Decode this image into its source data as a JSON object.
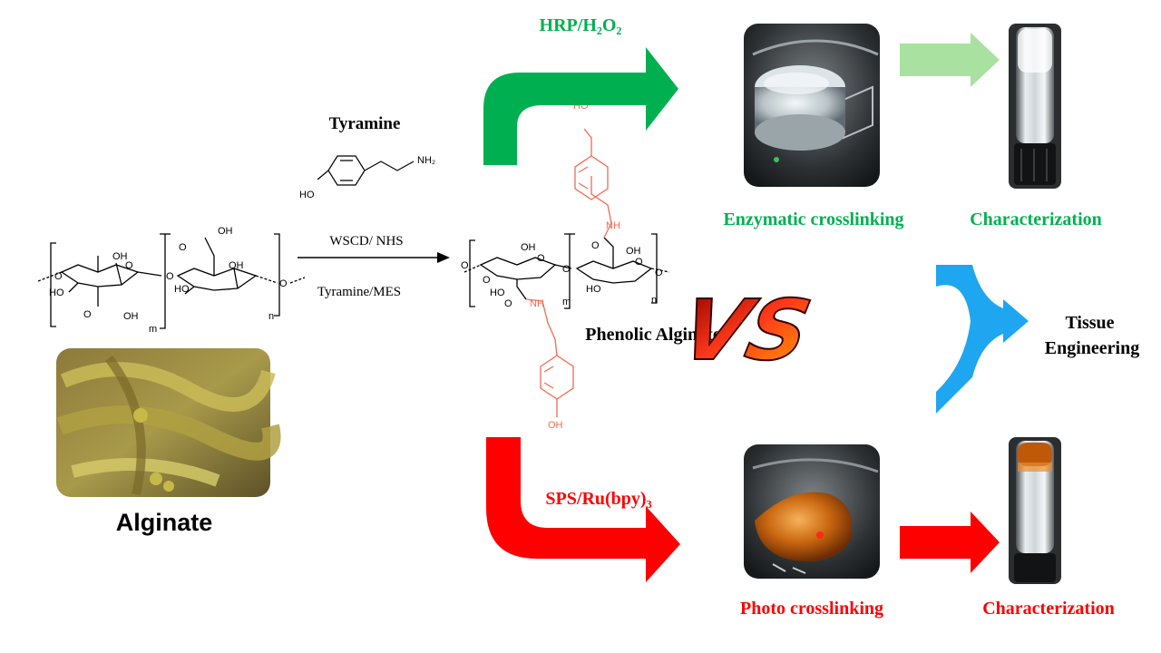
{
  "reagents": {
    "tyramine_title": "Tyramine",
    "conditions_top": "WSCD/ NHS",
    "conditions_bottom": "Tyramine/MES",
    "enzymatic_system": "HRP/H₂O₂",
    "photo_system": "SPS/Ru(bpy)₃"
  },
  "molecules": {
    "alginate_name": "Alginate",
    "phenolic_alginate_name": "Phenolic Alginate",
    "atoms": {
      "oh": "OH",
      "ho": "HO",
      "o": "O",
      "nh": "NH",
      "nh2": "NH₂",
      "m": "m",
      "n": "n"
    }
  },
  "pathways": {
    "enzymatic_label": "Enzymatic crosslinking",
    "photo_label": "Photo crosslinking",
    "characterization_top": "Characterization",
    "characterization_bottom": "Characterization",
    "versus": "VS",
    "outcome": "Tissue Engineering"
  },
  "colors": {
    "green": "#00b050",
    "light_green": "#a9e2a0",
    "red": "#ff0000",
    "blue": "#1ea6f0",
    "tyramine_orange": "#f26b50",
    "black": "#000000"
  }
}
